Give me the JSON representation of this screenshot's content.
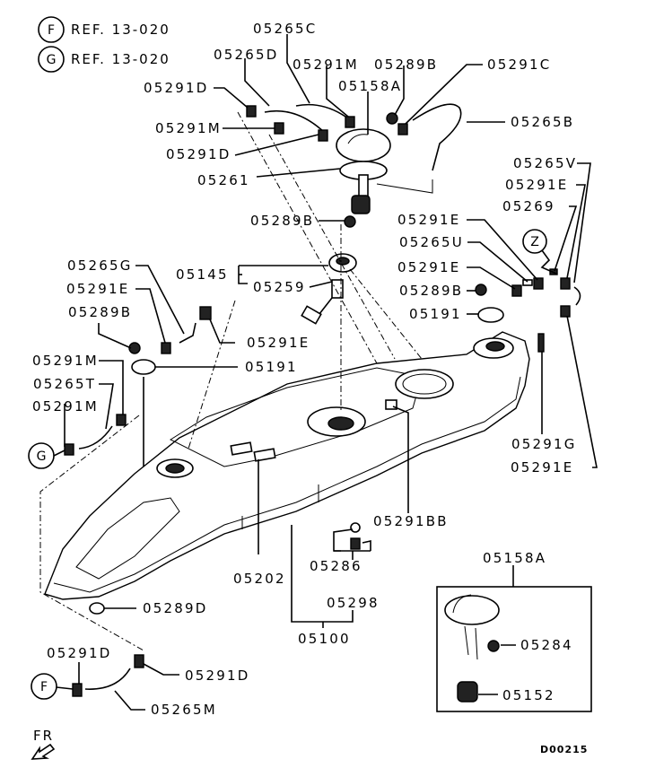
{
  "references": [
    {
      "circle": "F",
      "text": "REF. 13-020"
    },
    {
      "circle": "G",
      "text": "REF. 13-020"
    }
  ],
  "connector_circles": {
    "z": "Z",
    "g": "G",
    "f": "F"
  },
  "labels": {
    "p05265C": "05265C",
    "p05265D": "05265D",
    "p05291M_top": "05291M",
    "p05289B_top": "05289B",
    "p05291C": "05291C",
    "p05158A_top": "05158A",
    "p05291D_a": "05291D",
    "p05291M_a": "05291M",
    "p05291D_b": "05291D",
    "p05261": "05261",
    "p05265B": "05265B",
    "p05265V": "05265V",
    "p05291E_r1": "05291E",
    "p05269": "05269",
    "p05291E_r2": "05291E",
    "p05265U": "05265U",
    "p05291E_r3": "05291E",
    "p05289B_r": "05289B",
    "p05191_r": "05191",
    "p05289B_mid": "05289B",
    "p05145": "05145",
    "p05259": "05259",
    "p05265G": "05265G",
    "p05291E_l1": "05291E",
    "p05289B_l": "05289B",
    "p05291E_l2": "05291E",
    "p05291M_l1": "05291M",
    "p05191_l": "05191",
    "p05265T": "05265T",
    "p05291M_l2": "05291M",
    "p05291G": "05291G",
    "p05291E_r4": "05291E",
    "p05291BB": "05291BB",
    "p05202": "05202",
    "p05286": "05286",
    "p05298": "05298",
    "p05100": "05100",
    "p05289D": "05289D",
    "p05291D_c": "05291D",
    "p05291D_d": "05291D",
    "p05265M": "05265M",
    "p05158A_box": "05158A",
    "p05284": "05284",
    "p05152": "05152"
  },
  "direction_marker": "FR",
  "diagram_code": "D00215"
}
